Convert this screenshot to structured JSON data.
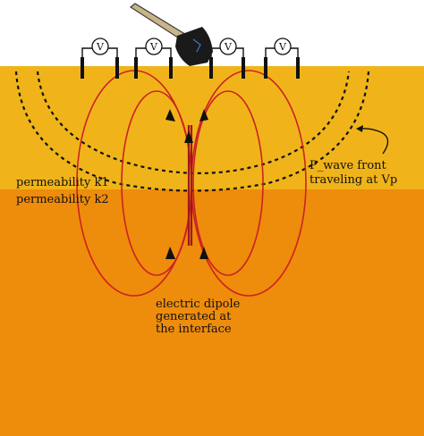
{
  "labels": {
    "wave_front": [
      "P_wave front",
      "traveling at Vp"
    ],
    "permeability_upper": "permeability k1",
    "permeability_lower": "permeability k2",
    "dipole": [
      "electric dipole",
      "generated at",
      "the interface"
    ]
  },
  "voltmeters": [
    {
      "symbol": "V"
    },
    {
      "symbol": "V"
    },
    {
      "symbol": "V"
    },
    {
      "symbol": "V"
    }
  ],
  "colors": {
    "upper_layer": "#f0b41a",
    "lower_layer": "#ee8c0c",
    "field_lines": "#cc2222",
    "wave_front": "#111111",
    "hammer_head": "#1a1a1a",
    "hammer_handle": "#c9b48a"
  }
}
